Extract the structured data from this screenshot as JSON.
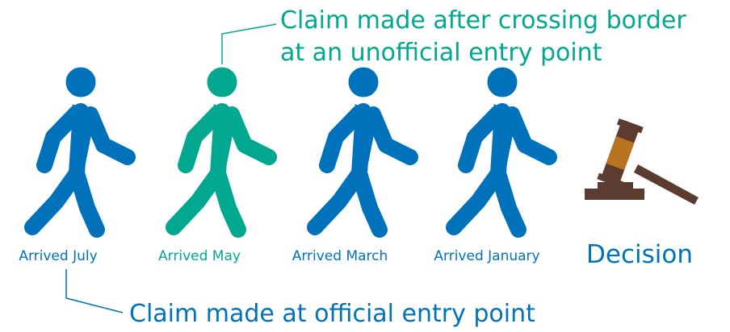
{
  "colors": {
    "blue": "#0072bc",
    "green": "#00a88f",
    "gavel_wood": "#5c3b30",
    "gavel_band": "#b8731e"
  },
  "people": [
    {
      "label": "Arrived July",
      "color": "#0072bc",
      "icon": "walking-person-icon"
    },
    {
      "label": "Arrived May",
      "color": "#00a88f",
      "icon": "walking-person-icon"
    },
    {
      "label": "Arrived March",
      "color": "#0072bc",
      "icon": "walking-person-icon"
    },
    {
      "label": "Arrived January",
      "color": "#0072bc",
      "icon": "walking-person-icon"
    }
  ],
  "decision": {
    "label": "Decision",
    "icon": "gavel-icon"
  },
  "callouts": {
    "top": [
      "Claim made after crossing border",
      "at an unofficial entry point"
    ],
    "bottom": "Claim made at official entry point"
  }
}
